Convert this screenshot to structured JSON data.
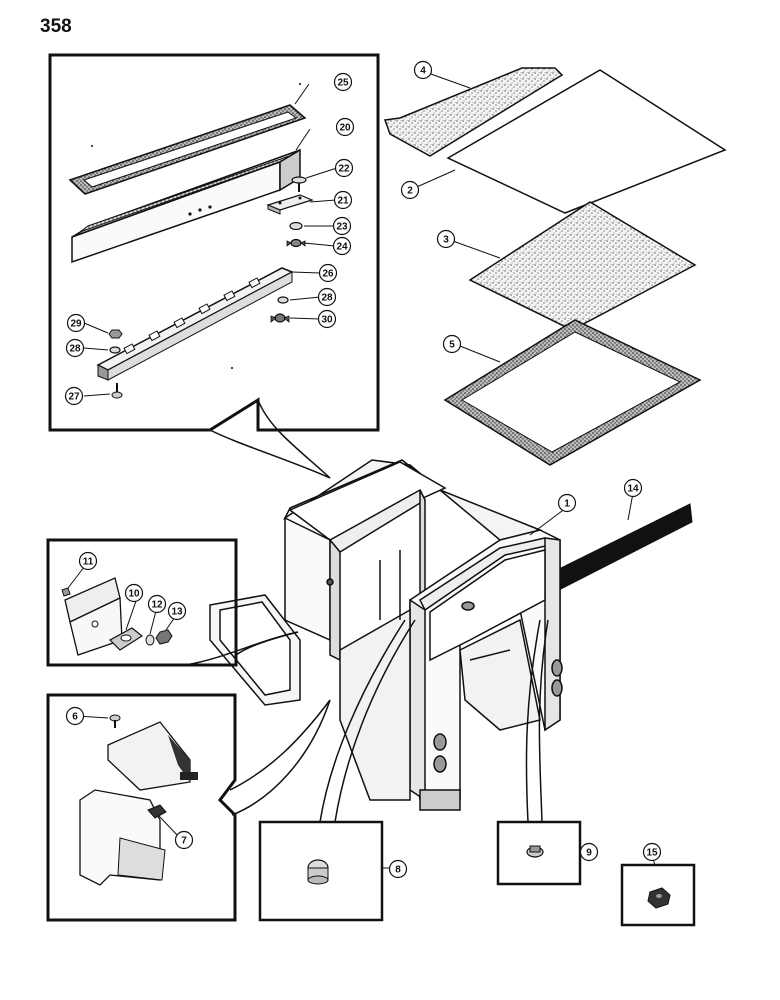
{
  "page_number": "358",
  "callouts": [
    {
      "id": "c1",
      "label": "1"
    },
    {
      "id": "c2",
      "label": "2"
    },
    {
      "id": "c3",
      "label": "3"
    },
    {
      "id": "c4",
      "label": "4"
    },
    {
      "id": "c5",
      "label": "5"
    },
    {
      "id": "c6",
      "label": "6"
    },
    {
      "id": "c7",
      "label": "7"
    },
    {
      "id": "c8",
      "label": "8"
    },
    {
      "id": "c9",
      "label": "9"
    },
    {
      "id": "c10",
      "label": "10"
    },
    {
      "id": "c11",
      "label": "11"
    },
    {
      "id": "c12",
      "label": "12"
    },
    {
      "id": "c13",
      "label": "13"
    },
    {
      "id": "c14",
      "label": "14"
    },
    {
      "id": "c15",
      "label": "15"
    },
    {
      "id": "c20",
      "label": "20"
    },
    {
      "id": "c21",
      "label": "21"
    },
    {
      "id": "c22",
      "label": "22"
    },
    {
      "id": "c23",
      "label": "23"
    },
    {
      "id": "c24",
      "label": "24"
    },
    {
      "id": "c25",
      "label": "25"
    },
    {
      "id": "c26",
      "label": "26"
    },
    {
      "id": "c27",
      "label": "27"
    },
    {
      "id": "c28a",
      "label": "28"
    },
    {
      "id": "c28b",
      "label": "28"
    },
    {
      "id": "c29",
      "label": "29"
    },
    {
      "id": "c30",
      "label": "30"
    }
  ]
}
